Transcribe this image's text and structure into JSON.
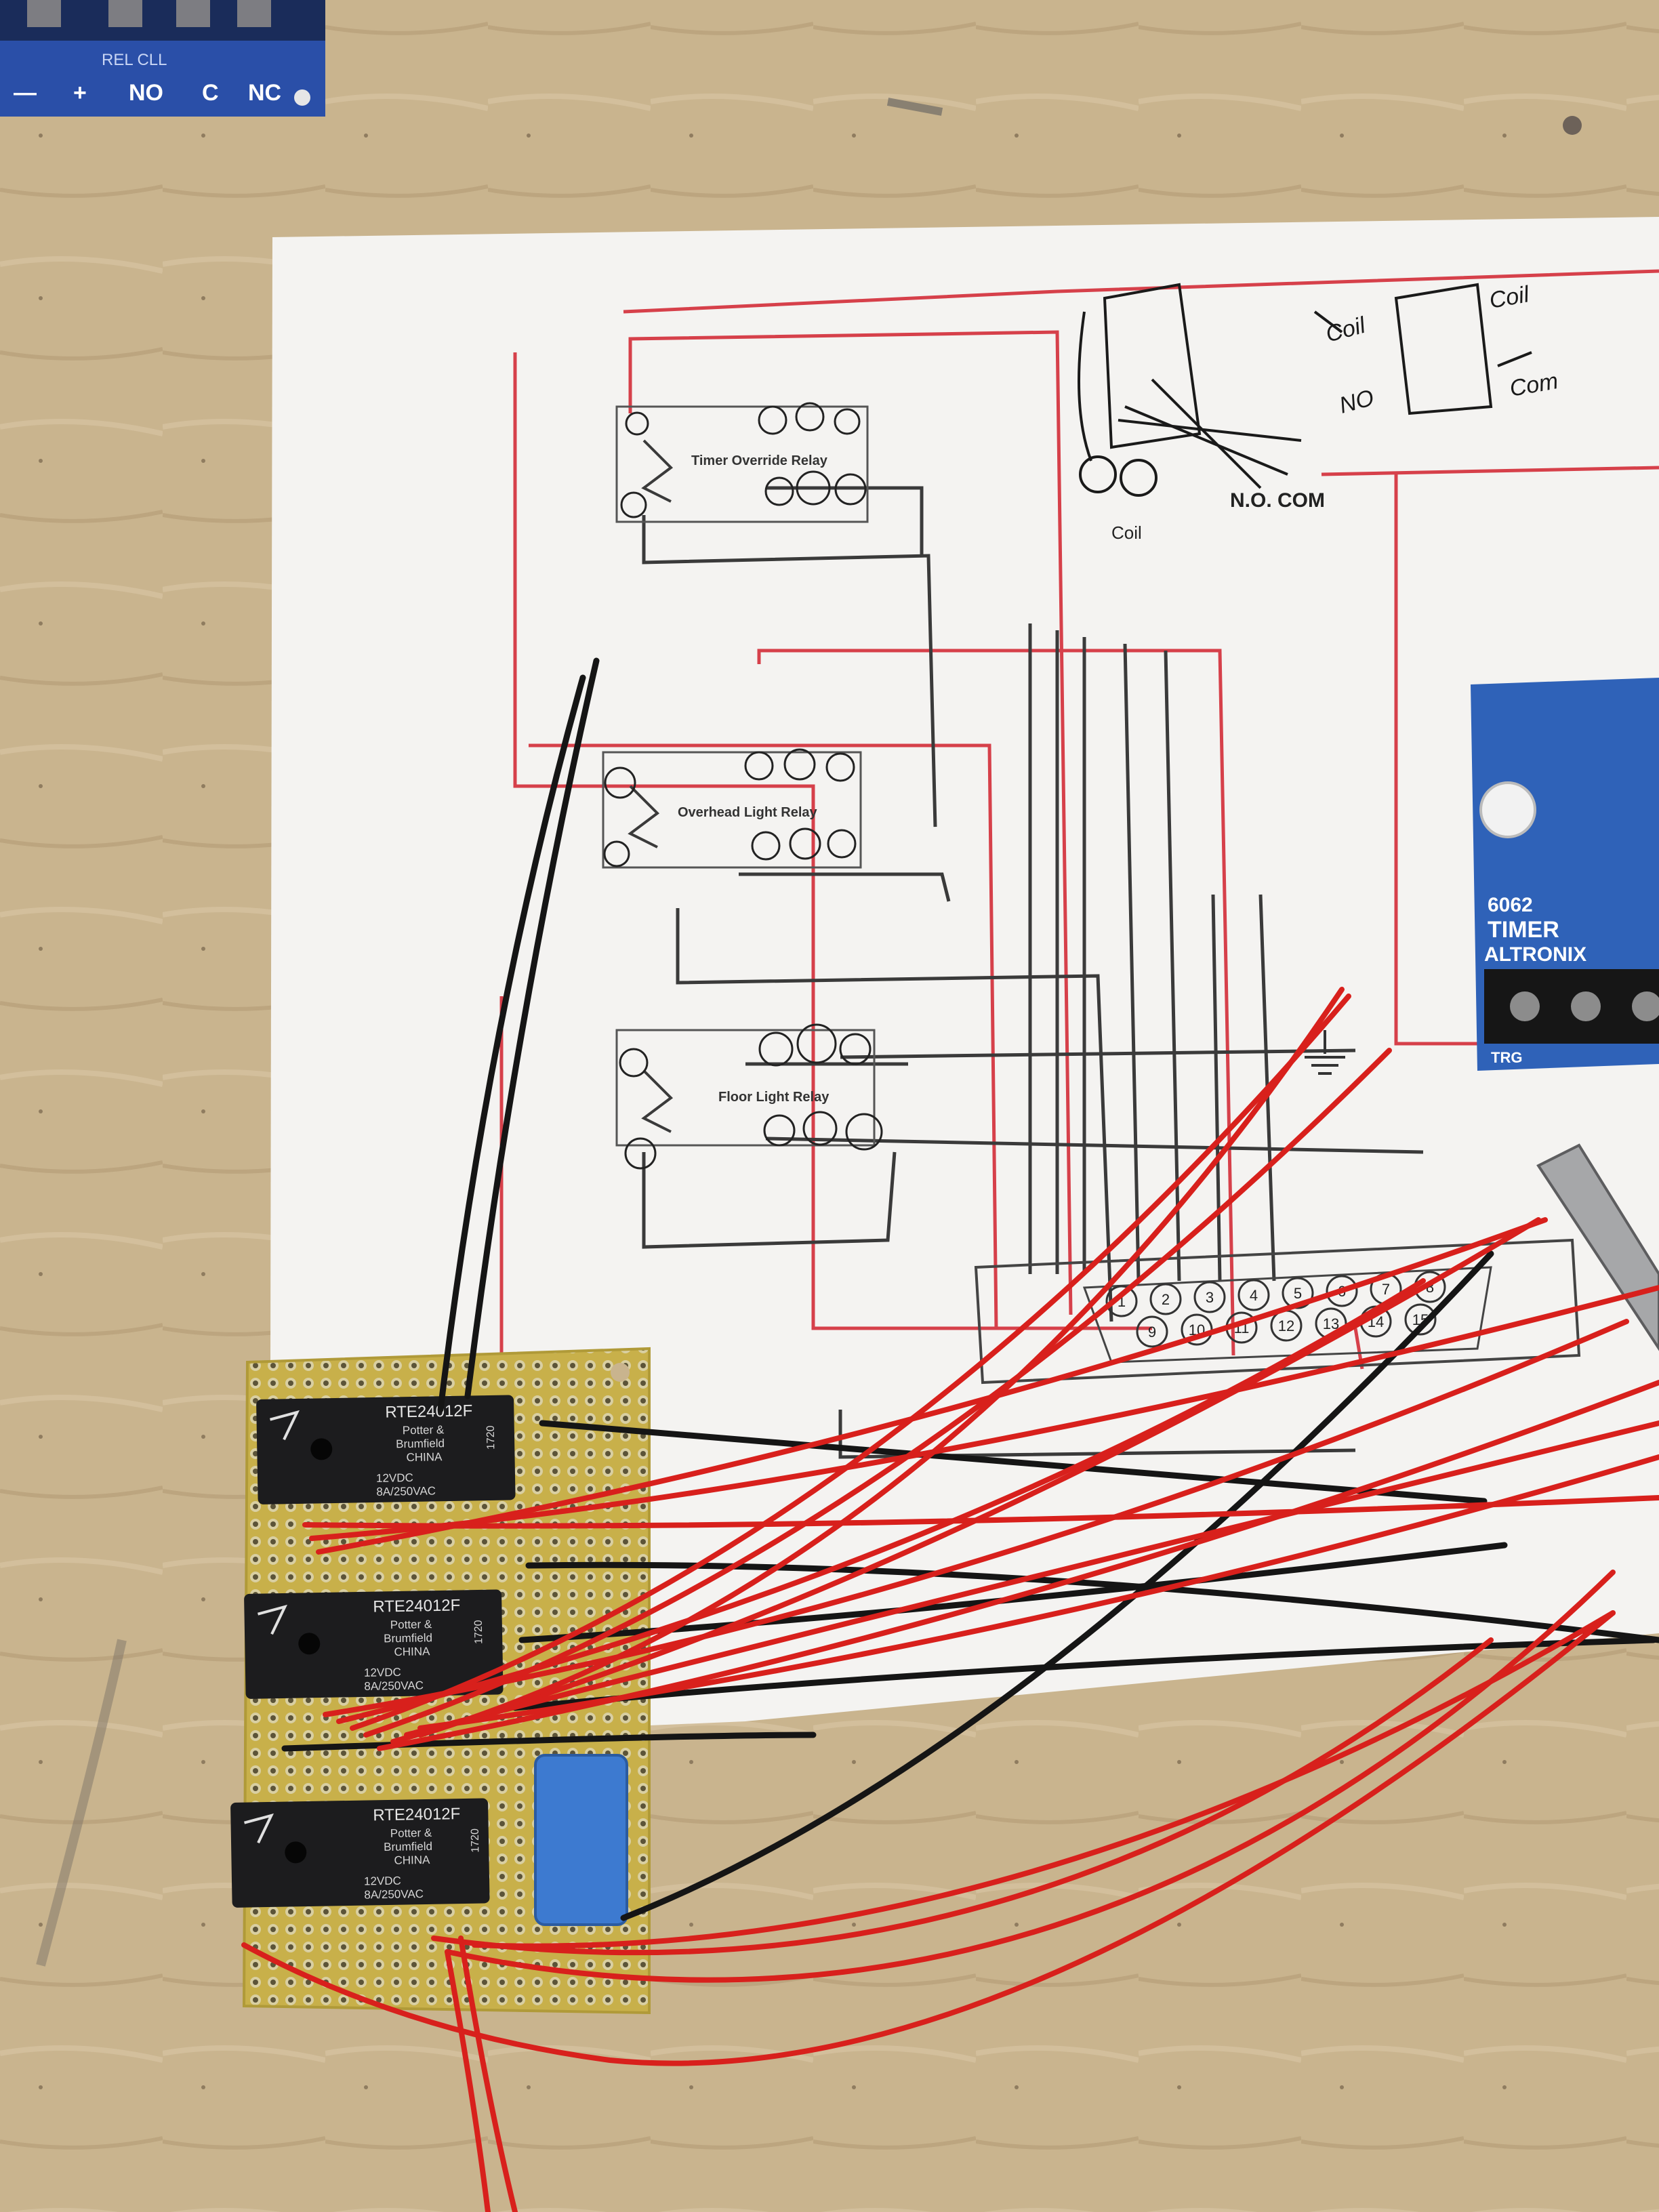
{
  "terminal_block": {
    "labels": [
      "—",
      "+",
      "NO",
      "C",
      "NC"
    ],
    "partial_top": "REL CLL"
  },
  "schematic": {
    "relay_titles": [
      "Timer Override Relay",
      "Overhead Light Relay",
      "Floor Light Relay"
    ],
    "coil_label": "Coil",
    "no_com_label": "N.O. COM",
    "handwritten": {
      "coil_left": "Coil",
      "coil_right": "Coil",
      "no": "NO",
      "com": "Com"
    },
    "connector_pins_top": [
      "1",
      "2",
      "3",
      "4",
      "5",
      "6",
      "7",
      "8"
    ],
    "connector_pins_bottom": [
      "9",
      "10",
      "11",
      "12",
      "13",
      "14",
      "15"
    ],
    "timer_board": {
      "model": "6062",
      "name": "TIMER",
      "brand": "ALTRONIX",
      "logo": "TRG"
    }
  },
  "relays": [
    {
      "part": "RTE24012F",
      "maker_line1": "Potter &",
      "maker_line2": "Brumfield",
      "origin": "CHINA",
      "coil": "12VDC",
      "rating": "8A/250VAC",
      "date": "1720"
    },
    {
      "part": "RTE24012F",
      "maker_line1": "Potter &",
      "maker_line2": "Brumfield",
      "origin": "CHINA",
      "coil": "12VDC",
      "rating": "8A/250VAC",
      "date": "1720"
    },
    {
      "part": "RTE24012F",
      "maker_line1": "Potter &",
      "maker_line2": "Brumfield",
      "origin": "CHINA",
      "coil": "12VDC",
      "rating": "8A/250VAC",
      "date": "1720"
    }
  ],
  "colors": {
    "table": "#c9b48e",
    "paper": "#f4f3f1",
    "wire_red": "#d8201c",
    "wire_black": "#151515",
    "schematic_red": "#d6404a",
    "schematic_black": "#3a3a3a",
    "board": "#c9b24a",
    "relay_body": "#1c1c1e",
    "capacitor": "#3d7ad0",
    "timer_board": "#2f62b8"
  }
}
